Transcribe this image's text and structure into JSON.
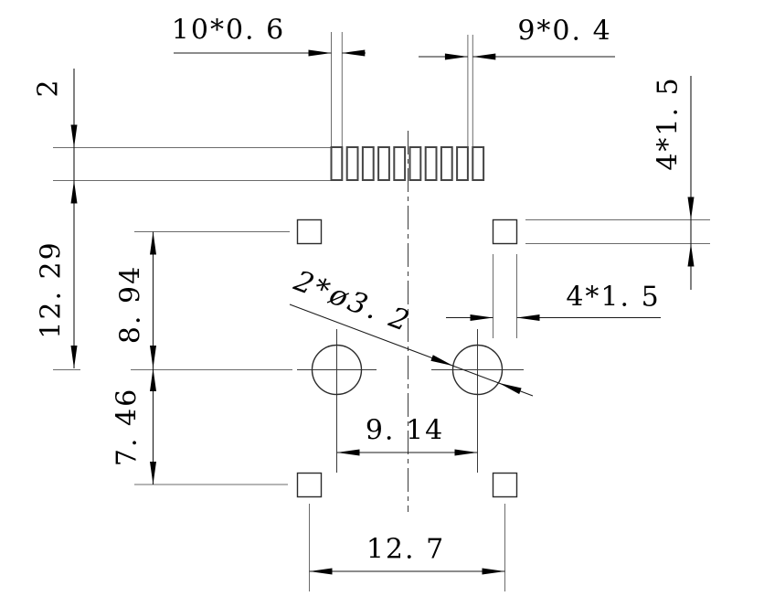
{
  "page": {
    "background": "#ffffff",
    "line_color": "#1a1a1a"
  },
  "drawing": {
    "labels": {
      "pin_array": "10*0. 6",
      "pin_gap": "9*0. 4",
      "strip_height": "2",
      "left_overall": "12. 29",
      "left_upper": "8. 94",
      "left_lower": "7. 46",
      "side_pad_height": "4*1. 5",
      "side_pad_width": "4*1. 5",
      "holes": "2*ø3. 2",
      "hole_pitch": "9. 14",
      "pad_pitch": "12. 7"
    },
    "features": {
      "pin_count": 10,
      "hole_count": 2,
      "corner_pad_count": 4
    }
  }
}
